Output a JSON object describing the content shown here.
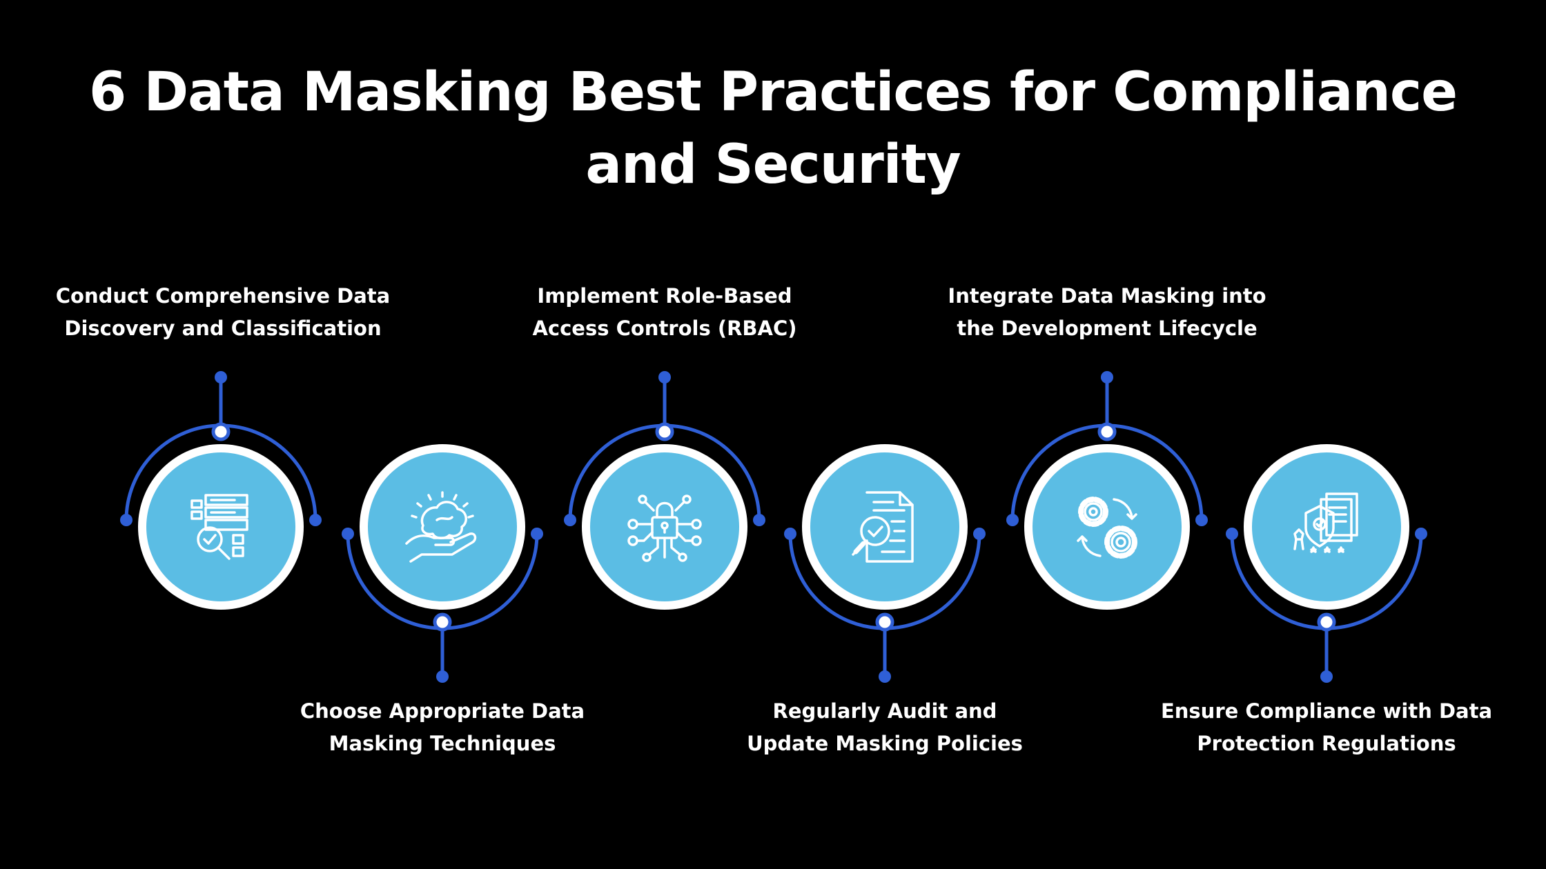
{
  "title": {
    "line1": "6 Data Masking Best Practices for Compliance",
    "line2": "and Security"
  },
  "colors": {
    "background": "#000000",
    "accent": "#2f5fd6",
    "circle": "#5bbde4",
    "ring": "#ffffff"
  },
  "steps": [
    {
      "line1": "Conduct Comprehensive Data",
      "line2": "Discovery and Classification",
      "icon": "data-search-icon"
    },
    {
      "line1": "Choose Appropriate Data",
      "line2": "Masking Techniques",
      "icon": "hand-brain-icon"
    },
    {
      "line1": "Implement Role-Based",
      "line2": "Access Controls (RBAC)",
      "icon": "padlock-network-icon"
    },
    {
      "line1": "Regularly Audit and",
      "line2": "Update Masking Policies",
      "icon": "document-audit-icon"
    },
    {
      "line1": "Integrate Data Masking into",
      "line2": "the Development Lifecycle",
      "icon": "gears-icon"
    },
    {
      "line1": "Ensure Compliance with Data",
      "line2": "Protection Regulations",
      "icon": "certificate-shield-icon"
    }
  ]
}
